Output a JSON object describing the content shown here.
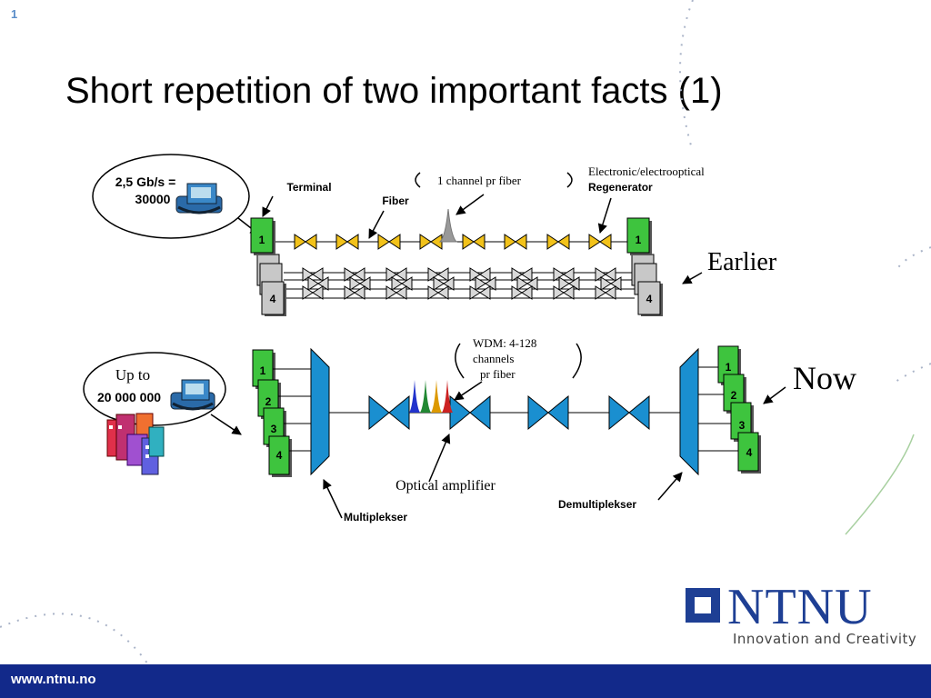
{
  "slide": {
    "number": "1",
    "title": "Short repetition of two important facts (1)",
    "footer_url": "www.ntnu.no"
  },
  "earlier": {
    "bubble_line1": "2,5 Gb/s =",
    "bubble_line2": "30000",
    "terminal_label": "Terminal",
    "fiber_label": "Fiber",
    "channel_label": "1 channel pr fiber",
    "regenerator_line1": "Electronic/electrooptical",
    "regenerator_line2": "Regenerator",
    "tag": "Earlier",
    "terminals_left": [
      "1",
      "4"
    ],
    "terminals_right": [
      "1",
      "4"
    ]
  },
  "now": {
    "bubble_line1": "Up to",
    "bubble_line2": "20 000 000",
    "wdm_line1": "WDM: 4-128",
    "wdm_line2": "channels",
    "wdm_line3": "pr fiber",
    "amplifier_label": "Optical amplifier",
    "mux_label": "Multiplekser",
    "demux_label": "Demultiplekser",
    "tag": "Now",
    "channels_left": [
      "1",
      "2",
      "3",
      "4"
    ],
    "channels_right": [
      "1",
      "2",
      "3",
      "4"
    ],
    "spectrum_colors": [
      "#2233cc",
      "#228833",
      "#dd9900",
      "#cc2222"
    ]
  },
  "logo": {
    "name": "NTNU",
    "tagline": "Innovation and Creativity"
  },
  "colors": {
    "terminal_green": "#3ec43e",
    "terminal_gray": "#c8c8c8",
    "amplifier_blue": "#1a8fd0",
    "regenerator_yellow": "#f2c21a",
    "footer_blue": "#12298a"
  }
}
